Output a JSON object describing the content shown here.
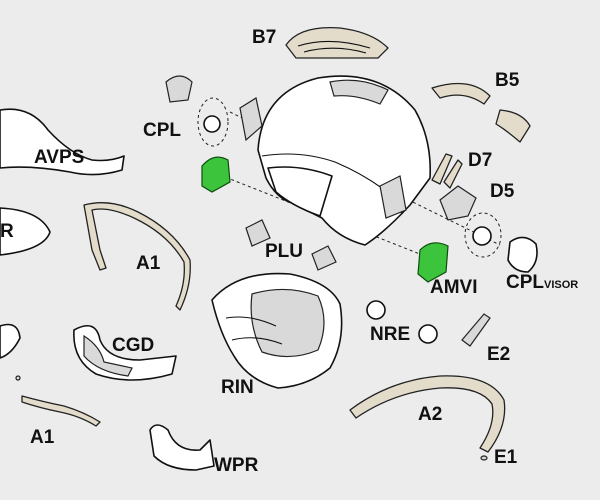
{
  "labels": {
    "b7": "B7",
    "b5": "B5",
    "cpl": "CPL",
    "avps": "AVPS",
    "d7": "D7",
    "d5": "D5",
    "r": "R",
    "a1_top": "A1",
    "plu": "PLU",
    "amvi": "AMVI",
    "cpl_visor_main": "CPL",
    "cpl_visor_sub": "VISOR",
    "cgd": "CGD",
    "nre": "NRE",
    "e2": "E2",
    "rin": "RIN",
    "a2": "A2",
    "a1_bottom": "A1",
    "wpr": "WPR",
    "e1": "E1"
  },
  "colors": {
    "background": "#ececec",
    "highlight": "#3cc43c",
    "part_fill": "#ffffff",
    "tan_part": "#e3dccb"
  }
}
